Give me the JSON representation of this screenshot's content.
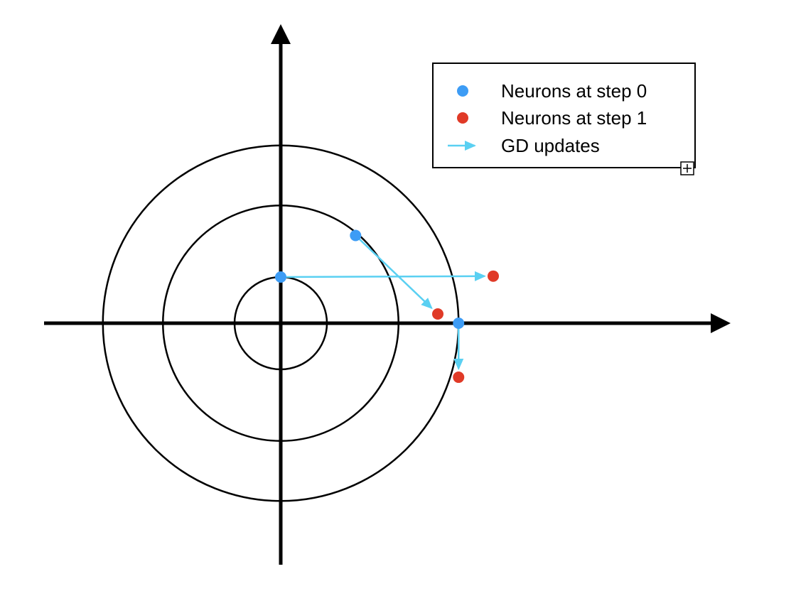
{
  "legend": {
    "items": [
      {
        "label": "Neurons at step 0",
        "marker": "dot",
        "color": "#3d9cf5"
      },
      {
        "label": "Neurons at step 1",
        "marker": "dot",
        "color": "#e03a27"
      },
      {
        "label": "GD updates",
        "marker": "arrow",
        "color": "#5ad0f2"
      }
    ],
    "resize_handle_icon": "plus-box-icon"
  },
  "diagram": {
    "rings": [
      {
        "name": "inner-ring",
        "radius": 1
      },
      {
        "name": "middle-ring",
        "radius": 2.55
      },
      {
        "name": "outer-ring",
        "radius": 3.85
      }
    ],
    "neurons_step0": [
      {
        "id": "n1",
        "x": 0,
        "y": 1
      },
      {
        "id": "n2",
        "x": 1.62,
        "y": 1.9
      },
      {
        "id": "n3",
        "x": 3.85,
        "y": 0
      }
    ],
    "neurons_step1": [
      {
        "id": "n1",
        "x": 4.6,
        "y": 1.02
      },
      {
        "id": "n2",
        "x": 3.4,
        "y": 0.2
      },
      {
        "id": "n3",
        "x": 3.85,
        "y": -1.17
      }
    ],
    "colors": {
      "axis": "#000000",
      "ring": "#000000",
      "step0": "#3d9cf5",
      "step1": "#e03a27",
      "update": "#5ad0f2"
    }
  }
}
